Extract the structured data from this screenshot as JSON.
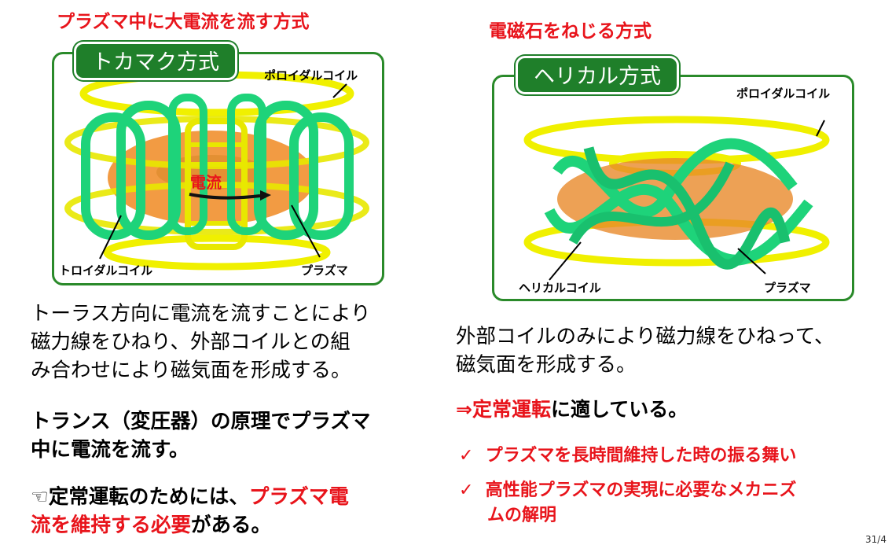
{
  "left": {
    "heading": "プラズマ中に大電流を流す方式",
    "tag": "トカマク方式",
    "label_poloidal": "ポロイダルコイル",
    "label_current": "電流",
    "label_toroidal": "トロイダルコイル",
    "label_plasma": "プラズマ",
    "desc": [
      "トーラス方向に電流を流すことにより",
      "磁力線をひねり、外部コイルとの組",
      "み合わせにより磁気面を形成する。"
    ],
    "transformer": [
      "トランス（変圧器）の原理でプラズマ",
      "中に電流を流す。"
    ],
    "note_symbol": "☜",
    "note_prefix": "定常運転のためには、",
    "note_red1": "プラズマ電",
    "note_red2": "流を維持する必要",
    "note_suffix": "がある。"
  },
  "right": {
    "heading": "電磁石をねじる方式",
    "tag": "ヘリカル方式",
    "label_poloidal": "ポロイダルコイル",
    "label_helical": "ヘリカルコイル",
    "label_plasma": "プラズマ",
    "desc": [
      "外部コイルのみにより磁力線をひねって、",
      "磁気面を形成する。"
    ],
    "conclusion_arrow": "⇒",
    "conclusion_red": "定常運転",
    "conclusion_rest": "に適している。",
    "check_symbol": "✓",
    "checks": [
      "プラズマを長時間維持した時の振る舞い",
      "高性能プラズマの実現に必要なメカニズ",
      "ムの解明"
    ]
  },
  "page_number": "31/4"
}
